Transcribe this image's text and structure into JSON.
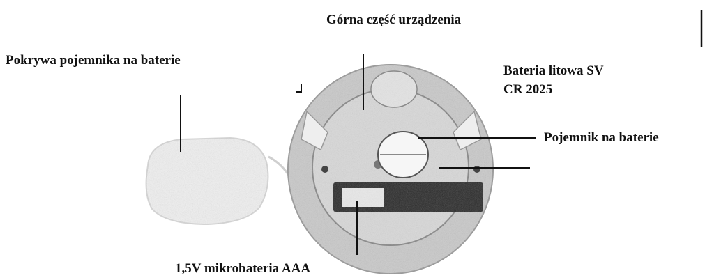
{
  "labels": {
    "top_part": "Górna część urządzenia",
    "cover": "Pokrywa pojemnika na baterie",
    "lithium_line1": "Bateria litowa SV",
    "lithium_line2": "CR 2025",
    "holder": "Pojemnik na baterie",
    "aaa": "1,5V mikrobateria AAA"
  }
}
